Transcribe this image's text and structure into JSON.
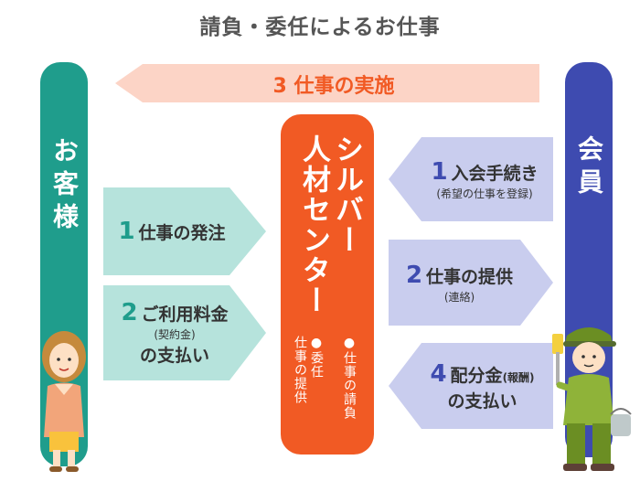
{
  "title": "請負・委任によるお仕事",
  "customer_label": "お客様",
  "member_label": "会員",
  "center": {
    "title": "シルバー\n人材センター",
    "note_a": "●仕事の請負",
    "note_b": "●委任\n仕事の提供"
  },
  "flows": {
    "top": {
      "num": "3",
      "text": "仕事の実施"
    },
    "order": {
      "num": "1",
      "text": "仕事の発注"
    },
    "payment": {
      "num": "2",
      "text": "ご利用料金",
      "sub": "(契約金)",
      "text2": "の支払い"
    },
    "register": {
      "num": "1",
      "text": "入会手続き",
      "sub": "(希望の仕事を登録)"
    },
    "provide": {
      "num": "2",
      "text": "仕事の提供",
      "sub": "(連絡)"
    },
    "distribute": {
      "num": "4",
      "text": "配分金",
      "sub": "(報酬)",
      "text2": "の支払い"
    }
  },
  "colors": {
    "customer": "#1f9d8c",
    "member": "#3e4bb0",
    "center": "#f15a24",
    "arrow_top": "#fcd4c6",
    "arrow_customer": "#b6e3dc",
    "arrow_member": "#c9cdee"
  }
}
